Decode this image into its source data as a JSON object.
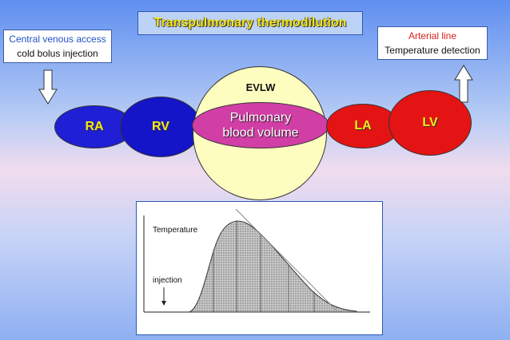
{
  "title": "Transpulmonary thermodilution",
  "central_venous": {
    "line1": "Central venous access",
    "line2": "cold bolus injection"
  },
  "arterial": {
    "line1": "Arterial line",
    "line2": "Temperature detection"
  },
  "chambers": {
    "ra": "RA",
    "rv": "RV",
    "la": "LA",
    "lv": "LV"
  },
  "lung": {
    "evlw": "EVLW",
    "pbv_line1": "Pulmonary",
    "pbv_line2": "blood volume"
  },
  "graph": {
    "temperature_label": "Temperature",
    "injection_label": "injection"
  },
  "colors": {
    "title_text": "#f5e81a",
    "right_heart": "#1414c8",
    "left_heart": "#e41414",
    "pulmonary_blood": "#d13ea6",
    "lung": "#fdfdc0"
  }
}
